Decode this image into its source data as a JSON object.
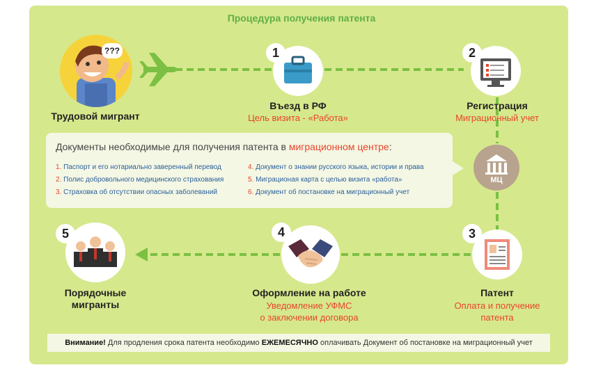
{
  "title": "Процедура получения патента",
  "nodes": {
    "migrant": {
      "name": "Трудовой мигрант",
      "speech": "???"
    },
    "step1": {
      "number": "1",
      "name": "Въезд в РФ",
      "sub": "Цель визита - «Работа»"
    },
    "step2": {
      "number": "2",
      "name": "Регистрация",
      "sub": "Миграционный учет"
    },
    "center": {
      "label": "МЦ"
    },
    "step3": {
      "number": "3",
      "name": "Патент",
      "sub1": "Оплата и получение",
      "sub2": "патента"
    },
    "step4": {
      "number": "4",
      "name": "Оформление на работе",
      "sub1": "Уведомление УФМС",
      "sub2": "о заключении договора"
    },
    "step5": {
      "number": "5",
      "name1": "Порядочные",
      "name2": "мигранты"
    }
  },
  "documents": {
    "heading_prefix": "Документы необходимые для получения патента в ",
    "heading_highlight": "миграционном центре",
    "heading_suffix": ":",
    "items": [
      {
        "num": "1.",
        "text": "Паспорт и его нотариально заверенный перевод"
      },
      {
        "num": "2.",
        "text": "Полис добровольного медицинского страхования"
      },
      {
        "num": "3.",
        "text": "Страховка об отсутствии опасных заболеваний"
      },
      {
        "num": "4.",
        "text": "Документ о знании русского языка, истории и права"
      },
      {
        "num": "5.",
        "text": "Миграционая карта с целью визита «работа»"
      },
      {
        "num": "6.",
        "text": "Документ об постановке на миграционный учет"
      }
    ]
  },
  "warning": {
    "lead": "Внимание!",
    "text1": " Для продления срока патента необходимо ",
    "emph": "ЕЖЕМЕСЯЧНО",
    "text2": " оплачивать Документ об постановке на миграционный учет"
  },
  "colors": {
    "panel": "#d6e88c",
    "dash": "#7bc043",
    "title": "#5fae46",
    "accent": "#e8442b"
  }
}
